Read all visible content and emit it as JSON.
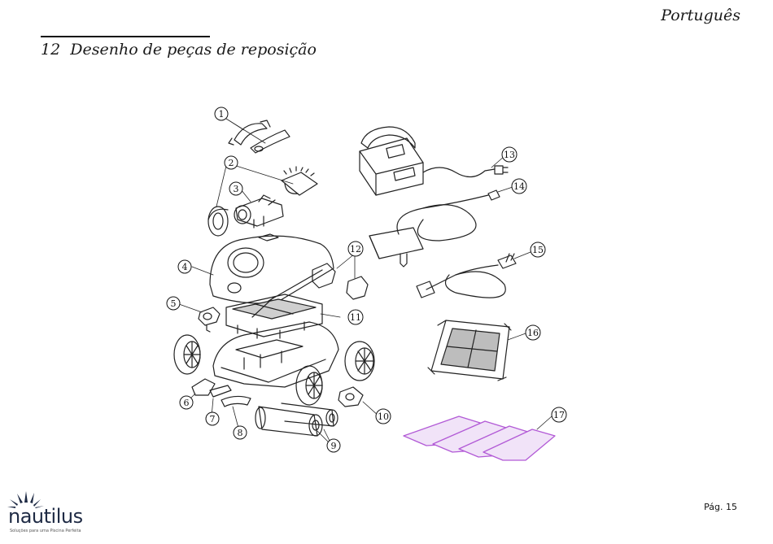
{
  "header": {
    "language": "Português"
  },
  "section": {
    "number": "12",
    "title": "Desenho de peças de reposição"
  },
  "callouts": [
    "1",
    "2",
    "3",
    "4",
    "5",
    "6",
    "7",
    "8",
    "9",
    "10",
    "11",
    "12",
    "13",
    "14",
    "15",
    "16",
    "17"
  ],
  "footer": {
    "logo_word": "nautilus",
    "logo_tagline": "Soluções para uma Piscina Perfeita",
    "page": "Pág. 15"
  },
  "colors": {
    "filter_bag_accent": "#b25ad6",
    "logo_navy": "#1e2a44"
  }
}
